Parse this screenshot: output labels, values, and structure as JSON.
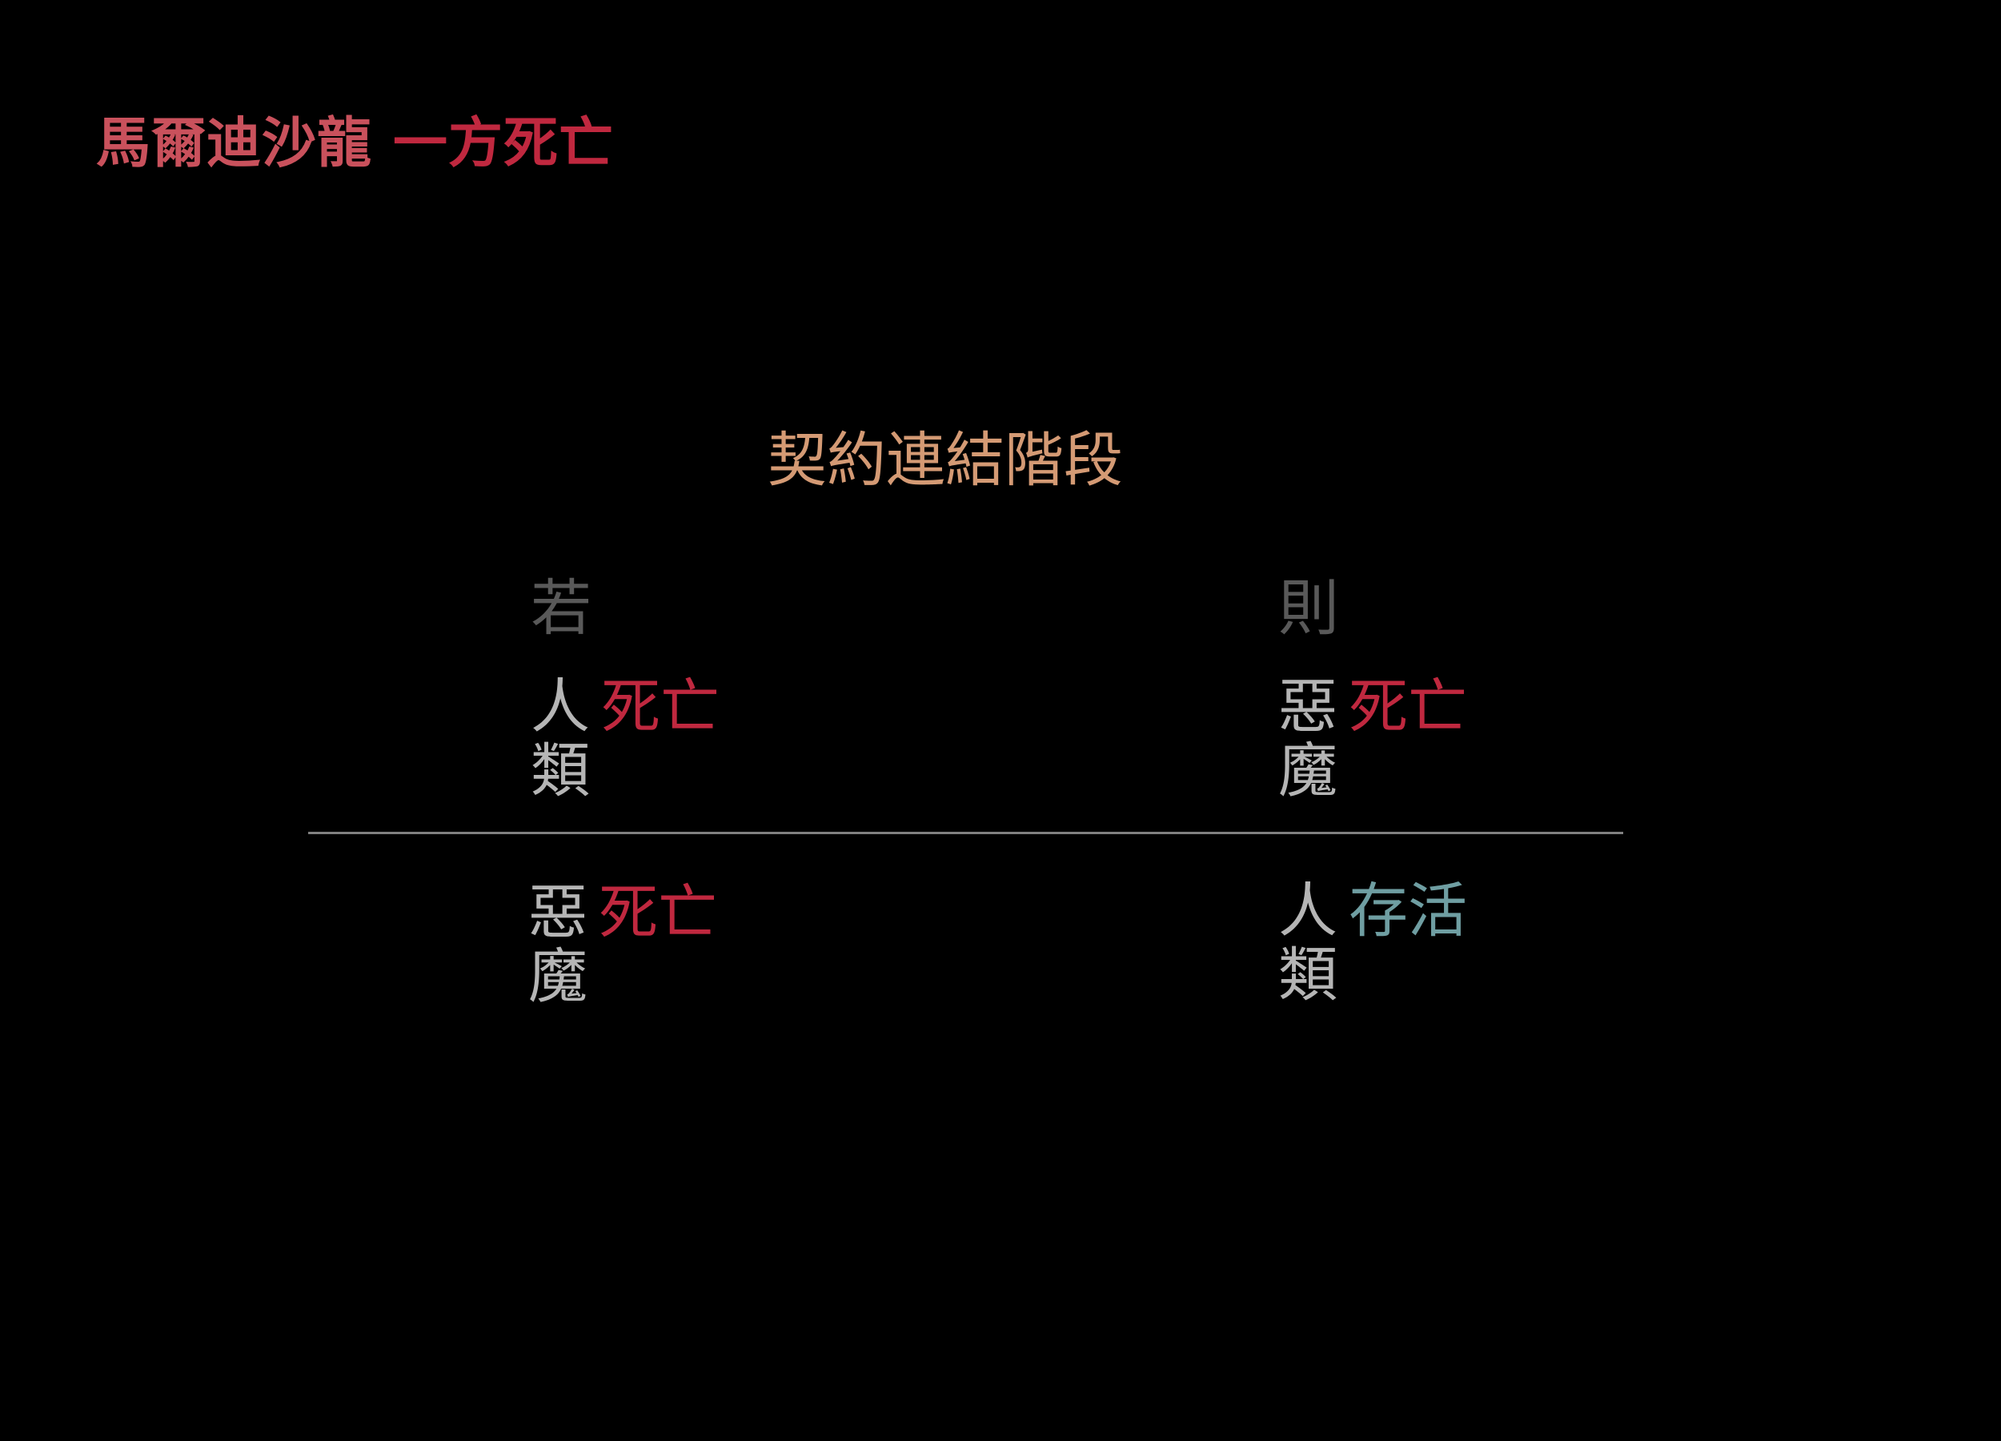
{
  "title": {
    "name": "馬爾迪沙龍",
    "event": "一方死亡"
  },
  "section_heading": "契約連結階段",
  "columns": {
    "if_label": "若",
    "then_label": "則"
  },
  "rows": [
    {
      "if": {
        "subject": "人類",
        "outcome": "死亡"
      },
      "then": {
        "subject": "惡魔",
        "outcome": "死亡"
      }
    },
    {
      "if": {
        "subject": "惡魔",
        "outcome": "死亡"
      },
      "then": {
        "subject": "人類",
        "outcome": "存活"
      }
    }
  ],
  "colors": {
    "background": "#000000",
    "title_name": "#c9515c",
    "title_event": "#c0283f",
    "heading": "#d49a74",
    "column_label": "#595959",
    "subject": "#b5b5b5",
    "death": "#c0283f",
    "survive": "#6f9ea2",
    "divider": "#808080"
  }
}
